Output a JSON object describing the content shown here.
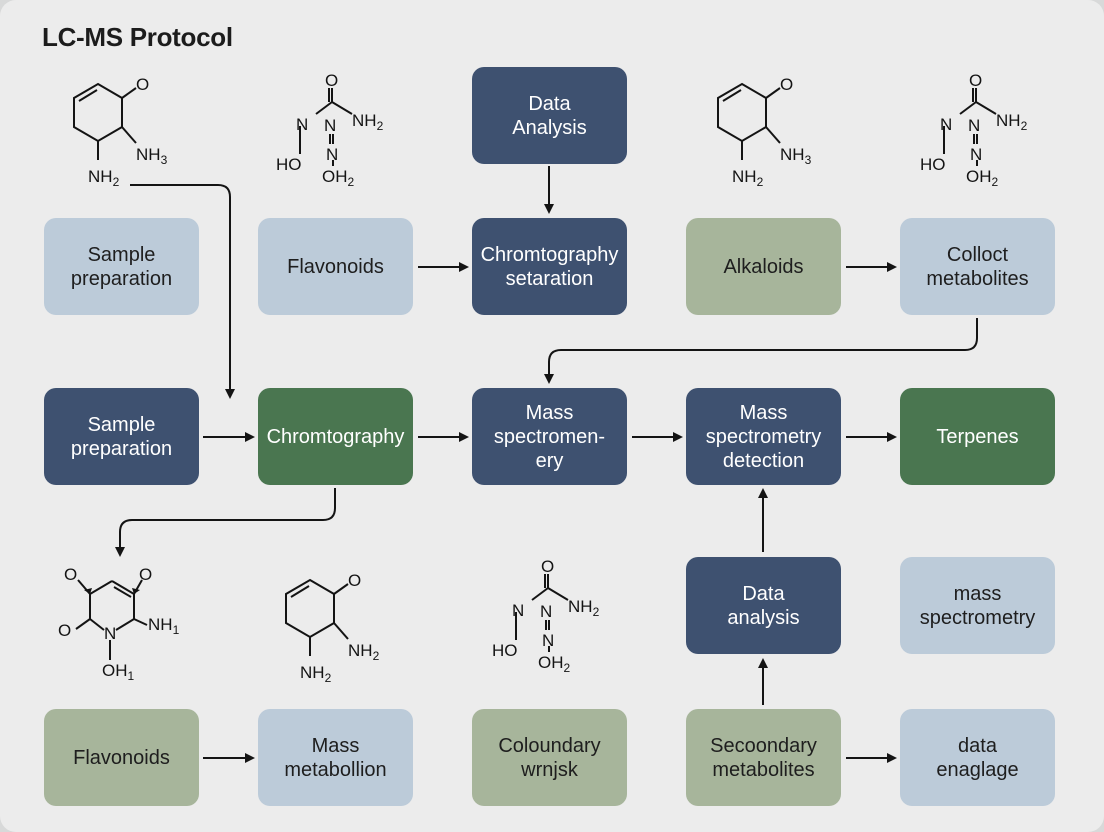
{
  "title": "LC-MS Protocol",
  "colors": {
    "navy": "#3e5170",
    "green": "#4a7650",
    "sage": "#a7b59b",
    "light_blue": "#bccbd9",
    "background": "#ececec",
    "line": "#141414"
  },
  "nodes": {
    "data_analysis_top": "Data\nAnalysis",
    "sample_prep_top": "Sample\npreparation",
    "flavonoids_top": "Flavonoids",
    "chrom_separation": "Chromtography\nsetaration",
    "alkaloids": "Alkaloids",
    "collect_metabolites": "Colloct\nmetabolites",
    "sample_prep_mid": "Sample\npreparation",
    "chromatography": "Chromtography",
    "mass_spectromenery": "Mass\nspectromen-\nery",
    "ms_detection": "Mass\nspectrometry\ndetection",
    "terpenes": "Terpenes",
    "data_analysis_low": "Data\nanalysis",
    "mass_spectrometry": "mass\nspectrometry",
    "flavonoids_bottom": "Flavonoids",
    "mass_metabollion": "Mass\nmetabollion",
    "coloundary": "Coloundary\nwrnjsk",
    "secondary_metabolites": "Secoondary\nmetabolites",
    "data_enaglage": "data\nenaglage"
  },
  "molecules": {
    "ring_amine": {
      "o": "O",
      "nh3": "NH",
      "nh3_sub": "3",
      "nh2": "NH",
      "nh2_sub": "2"
    },
    "hydrazide": {
      "o": "O",
      "n1": "N",
      "n2": "N",
      "n3": "N",
      "nh2": "NH",
      "nh2_sub": "2",
      "ho": "HO",
      "oh2": "OH",
      "oh2_sub": "2"
    },
    "ring_amine_b": {
      "o": "O",
      "nh2a": "NH",
      "nh2a_sub": "2",
      "nh2b": "NH",
      "nh2b_sub": "2"
    },
    "dione": {
      "o1": "O",
      "o2": "O",
      "o3": "O",
      "n": "N",
      "nh1": "NH",
      "nh1_sub": "1",
      "oh1": "OH",
      "oh1_sub": "1"
    }
  }
}
